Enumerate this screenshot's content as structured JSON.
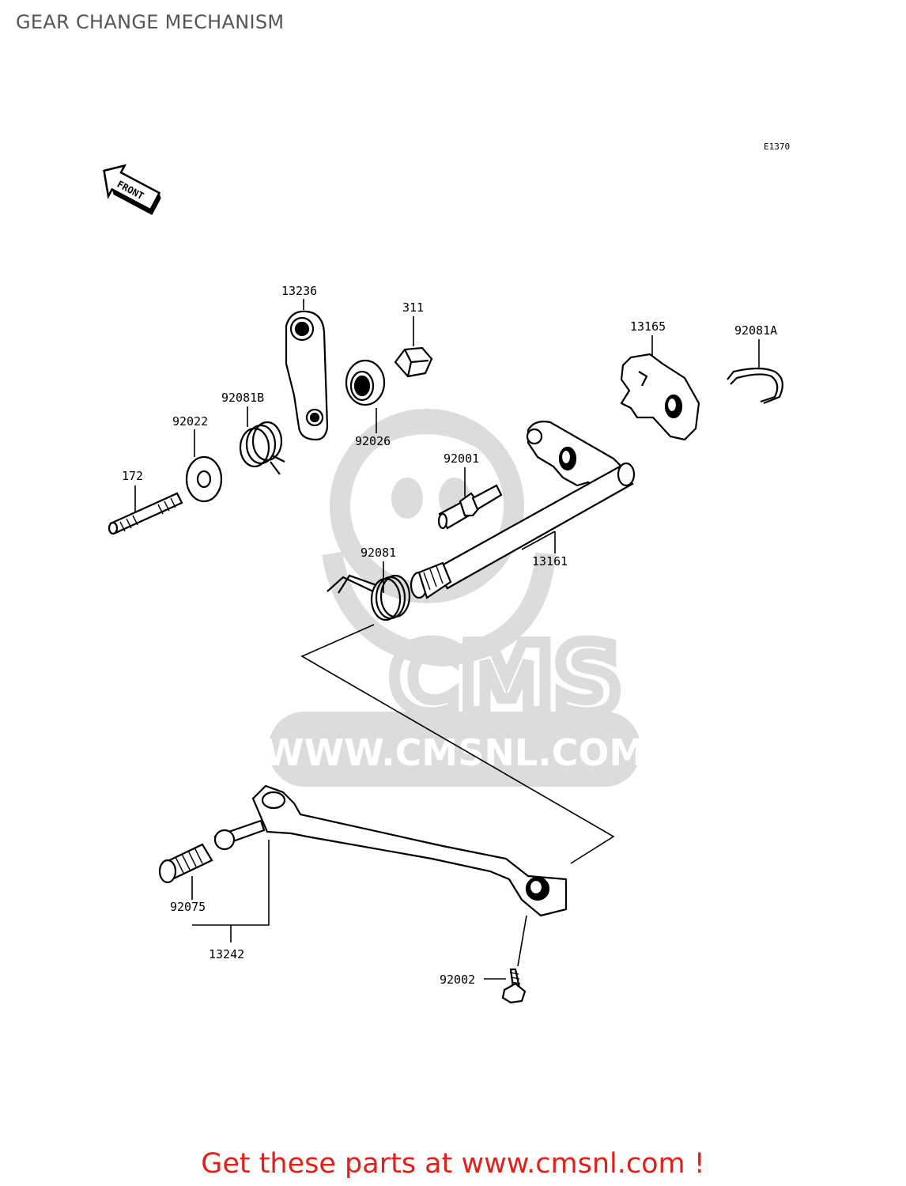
{
  "page": {
    "title": "GEAR CHANGE MECHANISM",
    "diagram_code": "E1370",
    "front_arrow_label": "FRONT",
    "footer_cta": "Get these parts at www.cmsnl.com !"
  },
  "watermark": {
    "brand": "CMS",
    "url": "WWW.CMSNL.COM"
  },
  "parts": [
    {
      "id": "13236",
      "label": "13236"
    },
    {
      "id": "311",
      "label": "311"
    },
    {
      "id": "13165",
      "label": "13165"
    },
    {
      "id": "92081A",
      "label": "92081A"
    },
    {
      "id": "92081B",
      "label": "92081B"
    },
    {
      "id": "92022",
      "label": "92022"
    },
    {
      "id": "92026",
      "label": "92026"
    },
    {
      "id": "92001",
      "label": "92001"
    },
    {
      "id": "172",
      "label": "172"
    },
    {
      "id": "92081",
      "label": "92081"
    },
    {
      "id": "13161",
      "label": "13161"
    },
    {
      "id": "92075",
      "label": "92075"
    },
    {
      "id": "13242",
      "label": "13242"
    },
    {
      "id": "92002",
      "label": "92002"
    }
  ],
  "colors": {
    "line": "#000000",
    "watermark": "#d4d4d4",
    "footer": "#e0201b",
    "title": "#555555"
  }
}
